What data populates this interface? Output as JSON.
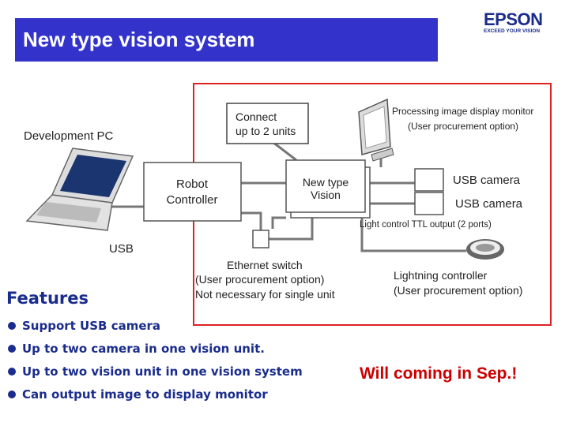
{
  "header": {
    "title": "New type vision system"
  },
  "logo": {
    "brand": "EPSON",
    "tagline": "EXCEED YOUR VISION"
  },
  "diagram": {
    "development_pc": "Development PC",
    "usb": "USB",
    "robot_controller": [
      "Robot",
      "Controller"
    ],
    "connect_note": [
      "Connect",
      "up to 2 units"
    ],
    "vision": [
      "New type",
      "Vision"
    ],
    "monitor": [
      "Processing image display monitor",
      "(User procurement option)"
    ],
    "camera_1": "USB camera",
    "camera_2": "USB camera",
    "light_control": "Light control TTL output (2 ports)",
    "ethernet_switch": [
      "Ethernet switch",
      "(User procurement option)",
      "Not necessary for single unit"
    ],
    "lightning_controller": [
      "Lightning controller",
      "(User procurement option)"
    ]
  },
  "features": {
    "heading": "Features",
    "items": [
      "Support USB camera",
      "Up to two camera in one vision unit.",
      "Up to two vision unit in one vision system",
      "Can output image to display monitor"
    ]
  },
  "announcement": "Will coming in Sep.!",
  "colors": {
    "title_bar": "#3333cc",
    "text_blue": "#1a2c8c",
    "frame_red": "#dd2222",
    "announcement_red": "#cc0000"
  }
}
